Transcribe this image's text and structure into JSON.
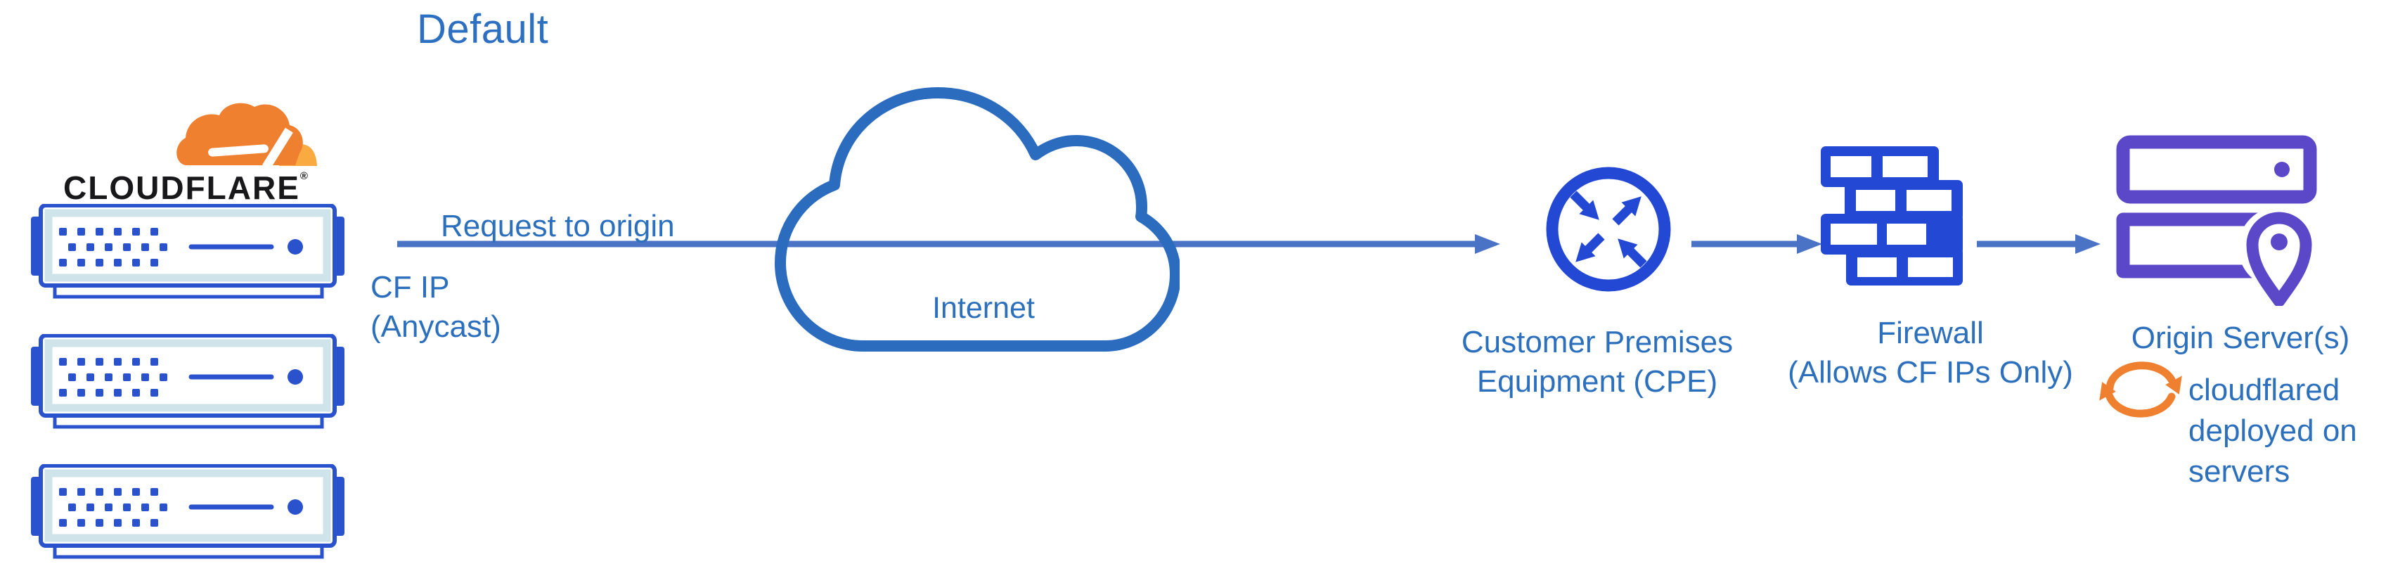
{
  "title": "Default",
  "colors": {
    "title-blue": "#2d6fc1",
    "label-blue": "#2c70bd",
    "line-blue": "#4b73c5",
    "cloud-blue": "#2b6cbf",
    "icon-blue": "#2348d4",
    "server-blue": "#2a52cc",
    "server-light": "#cfe3ea",
    "origin-purple": "#5b48c9",
    "cf-orange": "#ef8030",
    "cf-orange-light": "#f9ab41",
    "wordmark-black": "#18181a"
  },
  "cloudflare_edge": {
    "wordmark": "CLOUDFLARE",
    "registered_mark": "®",
    "server_count": 3,
    "icon": "rack-server-icon"
  },
  "connection": {
    "request_label": "Request to origin",
    "source_ip_label": "CF IP\n(Anycast)"
  },
  "internet": {
    "label": "Internet",
    "icon": "cloud-icon"
  },
  "cpe": {
    "label": "Customer Premises\nEquipment (CPE)",
    "icon": "router-icon"
  },
  "firewall": {
    "label": "Firewall\n(Allows CF IPs Only)",
    "icon": "brick-wall-icon"
  },
  "origin": {
    "label": "Origin Server(s)",
    "note": "cloudflared\ndeployed on\nservers",
    "icon": "origin-servers-location-icon",
    "note_icon": "sync-arrows-icon"
  }
}
